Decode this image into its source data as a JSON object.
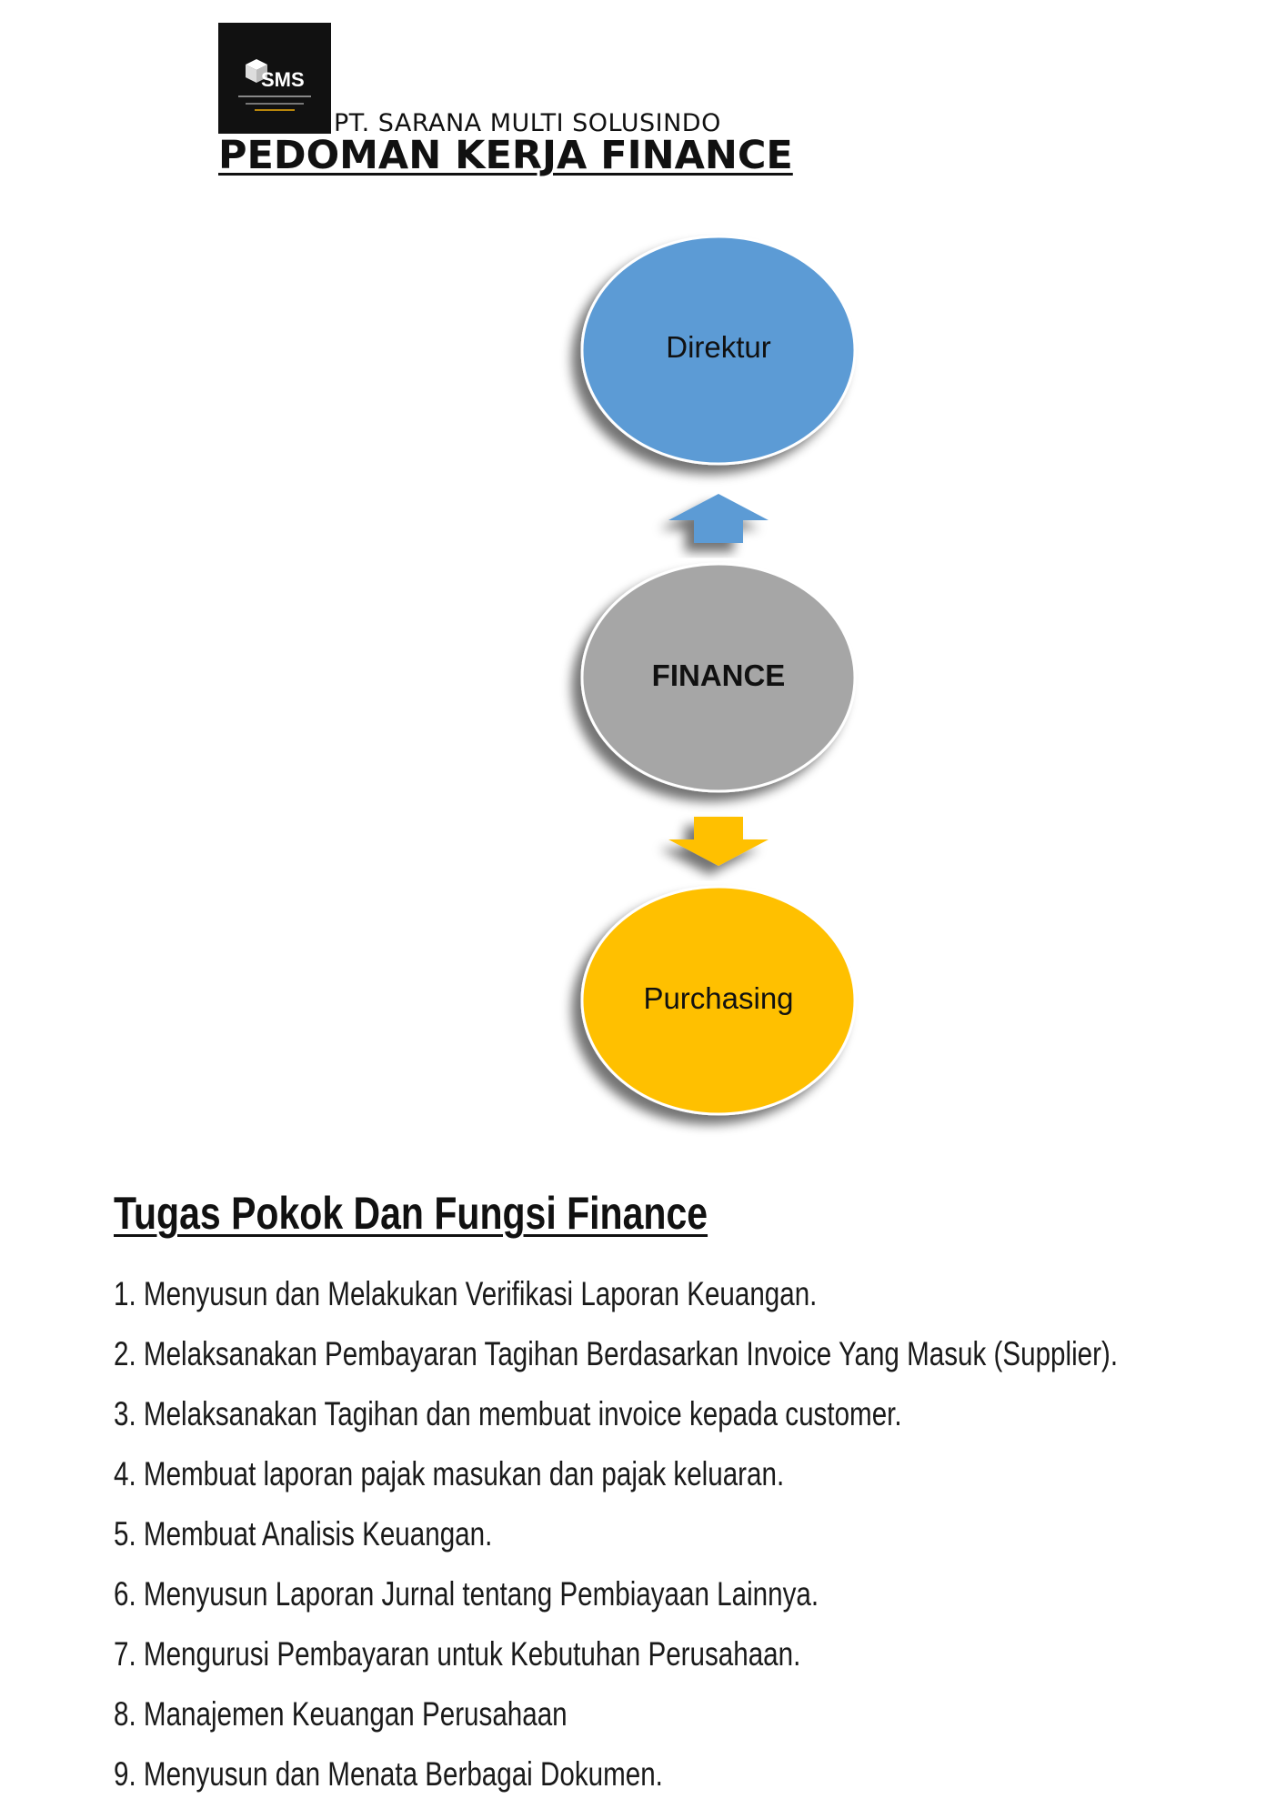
{
  "header": {
    "logo_text": "SMS",
    "company_name": "PT. SARANA MULTI SOLUSINDO",
    "document_title": "PEDOMAN KERJA FINANCE"
  },
  "org_chart": {
    "nodes": [
      {
        "label": "Direktur",
        "color": "#5b9bd5"
      },
      {
        "label": "FINANCE",
        "color": "#a6a6a6"
      },
      {
        "label": "Purchasing",
        "color": "#ffc000"
      }
    ],
    "arrows": [
      {
        "from": "FINANCE",
        "to": "Direktur",
        "direction": "up",
        "color": "#5b9bd5"
      },
      {
        "from": "FINANCE",
        "to": "Purchasing",
        "direction": "down",
        "color": "#ffc000"
      }
    ]
  },
  "section": {
    "title": "Tugas Pokok Dan Fungsi Finance",
    "items": [
      "1. Menyusun dan Melakukan Verifikasi Laporan Keuangan.",
      "2. Melaksanakan Pembayaran Tagihan Berdasarkan Invoice Yang Masuk (Supplier).",
      "3. Melaksanakan Tagihan dan membuat invoice kepada customer.",
      "4. Membuat laporan pajak masukan dan pajak keluaran.",
      "5. Membuat Analisis Keuangan.",
      "6. Menyusun Laporan Jurnal tentang Pembiayaan Lainnya.",
      "7. Mengurusi Pembayaran untuk Kebutuhan Perusahaan.",
      "8. Manajemen Keuangan Perusahaan",
      "9. Menyusun dan Menata Berbagai Dokumen."
    ]
  }
}
